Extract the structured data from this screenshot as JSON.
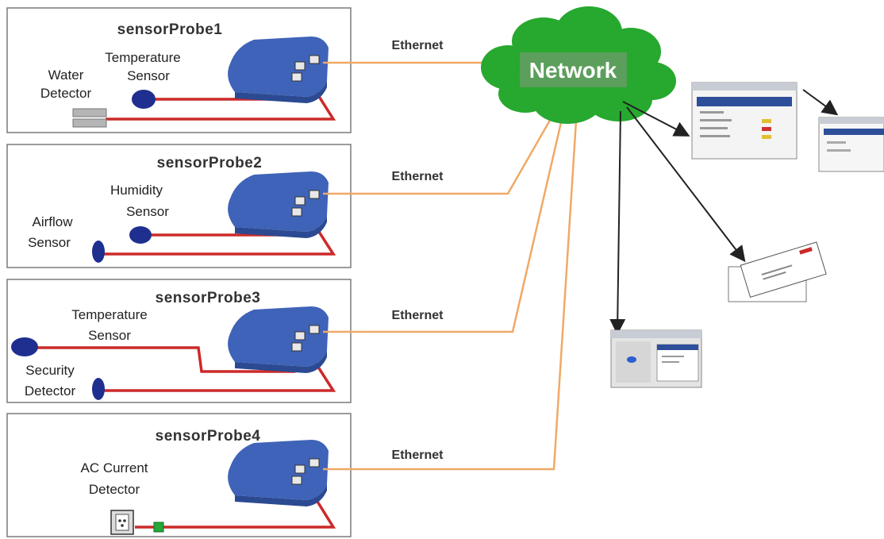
{
  "network": {
    "label": "Network",
    "colors": {
      "cloud": "#27a82f",
      "label_bg": "#5c9e5c"
    }
  },
  "ethernet_label": "Ethernet",
  "colors": {
    "probe": "#3f63b8",
    "probe_dark": "#2b4a92",
    "sensor": "#1f2f8f",
    "wire": "#cc2a2a",
    "ethernet": "#f0a966",
    "arrow": "#222222"
  },
  "probes": [
    {
      "title": "sensorProbe1",
      "ethernet": "Ethernet",
      "sensors": [
        {
          "l1": "Temperature",
          "l2": "Sensor",
          "icon": "round-sensor-icon"
        },
        {
          "l1": "Water",
          "l2": "Detector",
          "icon": "water-detector-icon"
        }
      ]
    },
    {
      "title": "sensorProbe2",
      "ethernet": "Ethernet",
      "sensors": [
        {
          "l1": "Humidity",
          "l2": "Sensor",
          "icon": "round-sensor-icon"
        },
        {
          "l1": "Airflow",
          "l2": "Sensor",
          "icon": "airflow-sensor-icon"
        }
      ]
    },
    {
      "title": "sensorProbe3",
      "ethernet": "Ethernet",
      "sensors": [
        {
          "l1": "Temperature",
          "l2": "Sensor",
          "icon": "round-sensor-icon"
        },
        {
          "l1": "Security",
          "l2": "Detector",
          "icon": "security-detector-icon"
        }
      ]
    },
    {
      "title": "sensorProbe4",
      "ethernet": "Ethernet",
      "sensors": [
        {
          "l1": "AC Current",
          "l2": "Detector",
          "icon": "power-outlet-icon"
        }
      ]
    }
  ],
  "outputs": [
    {
      "name": "web-interface-screenshot",
      "icon": "browser-window-icon"
    },
    {
      "name": "web-interface-secondary-screenshot",
      "icon": "browser-window-icon"
    },
    {
      "name": "email-alert",
      "icon": "envelope-icon"
    },
    {
      "name": "management-console-screenshot",
      "icon": "console-window-icon"
    }
  ]
}
